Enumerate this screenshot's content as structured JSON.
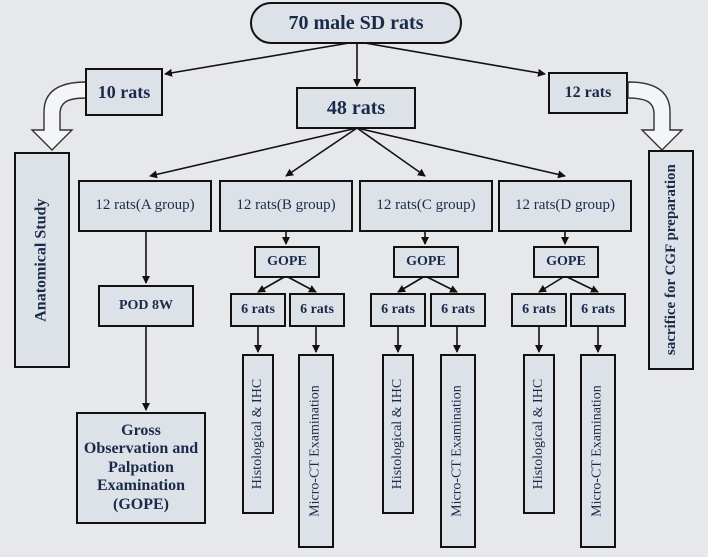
{
  "diagram": {
    "top": "70 male SD rats",
    "left_group": "10 rats",
    "middle_group": "48 rats",
    "right_group": "12 rats",
    "anatomical": "Anatomical Study",
    "sacrifice": "sacrifice for CGF preparation",
    "group_a": "12 rats(A group)",
    "group_b": "12 rats(B group)",
    "group_c": "12 rats(C group)",
    "group_d": "12 rats(D group)",
    "gope": "GOPE",
    "pod": "POD 8W",
    "gross": "Gross Observation and Palpation Examination (GOPE)",
    "six_rats": "6 rats",
    "histo": "Histological & IHC",
    "microct": "Micro-CT Examination"
  }
}
